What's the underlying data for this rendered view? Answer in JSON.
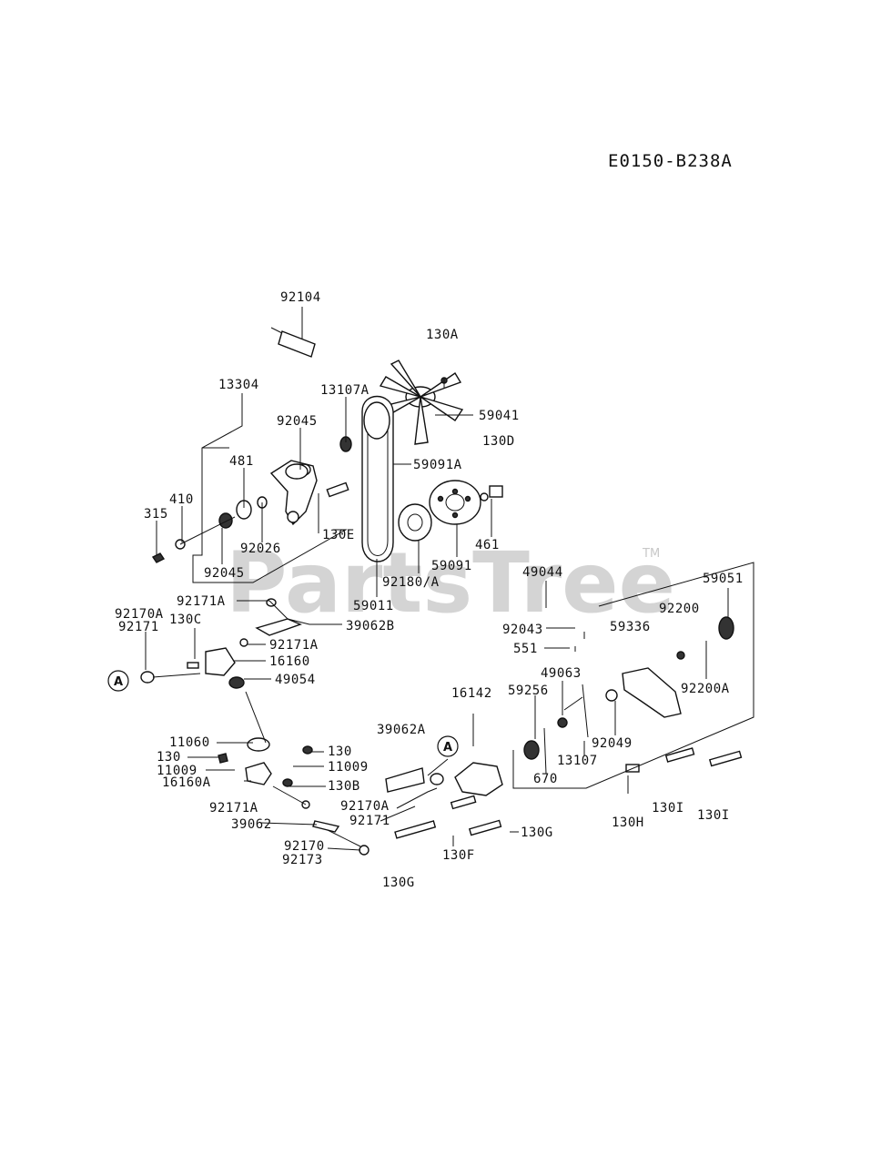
{
  "diagram_code": "E0150-B238A",
  "watermark": "PartsTree",
  "trademark": "TM",
  "callout_letter": "A",
  "labels": {
    "p92104": "92104",
    "p130A": "130A",
    "p13304": "13304",
    "p13107A": "13107A",
    "p92045a": "92045",
    "p481": "481",
    "p59041": "59041",
    "p130D": "130D",
    "p59091A": "59091A",
    "p410": "410",
    "p315": "315",
    "p92026": "92026",
    "p130E": "130E",
    "p461": "461",
    "p59091": "59091",
    "p92045b": "92045",
    "p92180A": "92180/A",
    "p59011": "59011",
    "p49044": "49044",
    "p59051": "59051",
    "p92171A_top": "92171A",
    "p92170A_l": "92170A",
    "p92171_l": "92171",
    "p130C": "130C",
    "p39062B": "39062B",
    "p92171A_mid": "92171A",
    "p16160": "16160",
    "p49054": "49054",
    "p92200": "92200",
    "p59336": "59336",
    "p92043": "92043",
    "p551": "551",
    "p49063": "49063",
    "p59256": "59256",
    "p92200A": "92200A",
    "p92049": "92049",
    "p16142": "16142",
    "p39062A": "39062A",
    "p13107": "13107",
    "p670": "670",
    "p11060": "11060",
    "p130_l": "130",
    "p130_r": "130",
    "p11009_r": "11009",
    "p11009_l": "11009",
    "p16160A": "16160A",
    "p130B": "130B",
    "p92170A_m": "92170A",
    "p92171_m": "92171",
    "p92171A_b": "92171A",
    "p39062": "39062",
    "p92170": "92170",
    "p92173": "92173",
    "p130F": "130F",
    "p130G_r": "130G",
    "p130G_b": "130G",
    "p130H": "130H",
    "p130I_a": "130I",
    "p130I_b": "130I"
  }
}
